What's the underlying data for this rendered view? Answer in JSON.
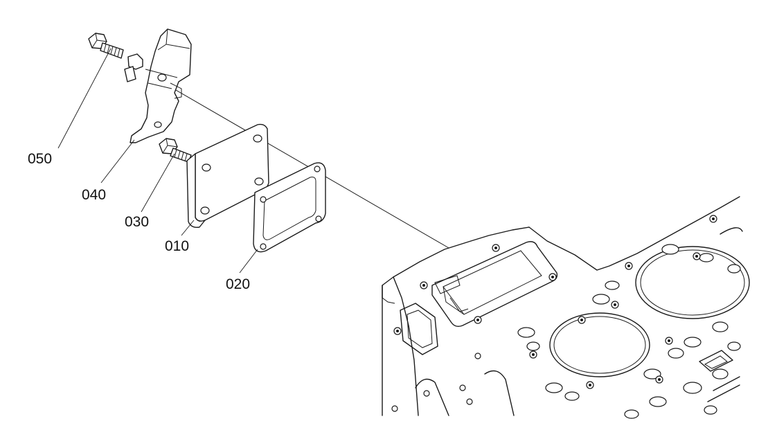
{
  "diagram": {
    "part_labels": {
      "p050": "050",
      "p040": "040",
      "p030": "030",
      "p010": "010",
      "p020": "020"
    }
  }
}
